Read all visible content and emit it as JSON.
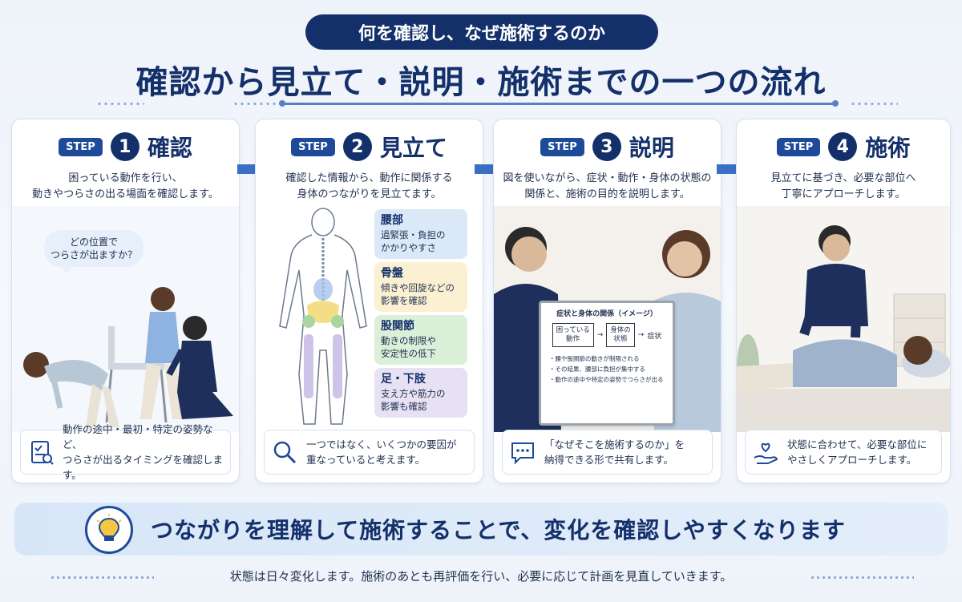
{
  "header": {
    "pill": "何を確認し、なぜ施術するのか",
    "title": "確認から見立て・説明・施術までの一つの流れ"
  },
  "steps": [
    {
      "tag": "STEP",
      "number": "1",
      "title": "確認",
      "desc": "困っている動作を行い、\n動きやつらさの出る場面を確認します。",
      "bubble": "どの位置で\nつらさが出ますか？",
      "note": "動作の途中・最初・特定の姿勢など、\nつらさが出るタイミングを確認します。",
      "icon": "checklist-icon"
    },
    {
      "tag": "STEP",
      "number": "2",
      "title": "見立て",
      "desc": "確認した情報から、動作に関係する\n身体のつながりを見立てます。",
      "regions": [
        {
          "title": "腰部",
          "body": "過緊張・負担の\nかかりやすさ",
          "color": "#dbe8f8"
        },
        {
          "title": "骨盤",
          "body": "傾きや回旋などの\n影響を確認",
          "color": "#fbf1d2"
        },
        {
          "title": "股関節",
          "body": "動きの制限や\n安定性の低下",
          "color": "#dcefd9"
        },
        {
          "title": "足・下肢",
          "body": "支え方や筋力の\n影響も確認",
          "color": "#e7e2f3"
        }
      ],
      "note": "一つではなく、いくつかの要因が\n重なっていると考えます。",
      "icon": "magnifier-icon"
    },
    {
      "tag": "STEP",
      "number": "3",
      "title": "説明",
      "desc": "図を使いながら、症状・動作・身体の状態の\n関係と、施術の目的を説明します。",
      "board": {
        "title": "症状と身体の関係（イメージ）",
        "flow": [
          "困っている\n動作",
          "身体の\n状態",
          "症状"
        ],
        "items": [
          "・腰や股関節の動きが制限される",
          "・その結果、腰部に負担が集中する",
          "・動作の途中や特定の姿勢でつらさが出る"
        ]
      },
      "note": "「なぜそこを施術するのか」を\n納得できる形で共有します。",
      "icon": "speech-bubble-icon"
    },
    {
      "tag": "STEP",
      "number": "4",
      "title": "施術",
      "desc": "見立てに基づき、必要な部位へ\n丁寧にアプローチします。",
      "note": "状態に合わせて、必要な部位に\nやさしくアプローチします。",
      "icon": "heart-hand-icon"
    }
  ],
  "banner": {
    "text": "つながりを理解して施術することで、変化を確認しやすくなります",
    "icon": "lightbulb-icon"
  },
  "footer": "状態は日々変化します。施術のあとも再評価を行い、必要に応じて計画を見直していきます。",
  "colors": {
    "navy": "#14306b",
    "accent": "#1e4a9a",
    "arrow": "#3a6fc4"
  }
}
